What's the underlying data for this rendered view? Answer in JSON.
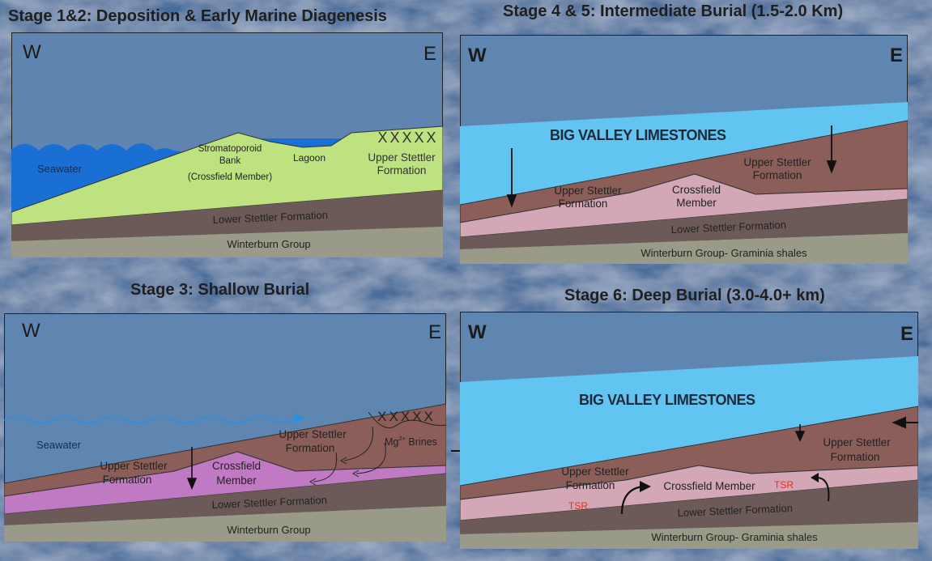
{
  "panels": {
    "stage12": {
      "title": "Stage 1&2: Deposition & Early Marine Diagenesis",
      "west": "W",
      "east": "E",
      "seawater": "Seawater",
      "bank_1": "Stromatoporoid",
      "bank_2": "Bank",
      "bank_3": "(Crossfield Member)",
      "lagoon": "Lagoon",
      "xs": "XXXXX",
      "upper_1": "Upper Stettler",
      "upper_2": "Formation",
      "lower": "Lower Stettler Formation",
      "winterburn": "Winterburn Group"
    },
    "stage45": {
      "title": "Stage 4 & 5: Intermediate Burial (1.5-2.0 Km)",
      "west": "W",
      "east": "E",
      "limestones": "BIG VALLEY LIMESTONES",
      "upper_r1": "Upper Stettler",
      "upper_r2": "Formation",
      "upper_l1": "Upper Stettler",
      "upper_l2": "Formation",
      "cross_1": "Crossfield",
      "cross_2": "Member",
      "lower": "Lower Stettler Formation",
      "winterburn": "Winterburn Group- Graminia shales"
    },
    "stage3": {
      "title": "Stage 3: Shallow Burial",
      "west": "W",
      "east": "E",
      "seawater": "Seawater",
      "xs": "XXXXX",
      "brines_pre": "Mg",
      "brines_sup": "2+",
      "brines_post": " Brines",
      "upper_r1": "Upper Stettler",
      "upper_r2": "Formation",
      "upper_l1": "Upper Stettler",
      "upper_l2": "Formation",
      "cross_1": "Crossfield",
      "cross_2": "Member",
      "lower": "Lower Stettler Formation",
      "winterburn": "Winterburn Group"
    },
    "stage6": {
      "title": "Stage 6: Deep Burial (3.0-4.0+  km)",
      "west": "W",
      "east": "E",
      "limestones": "BIG VALLEY LIMESTONES",
      "upper_r1": "Upper Stettler",
      "upper_r2": "Formation",
      "upper_l1": "Upper Stettler",
      "upper_l2": "Formation",
      "cross": "Crossfield Member",
      "tsr_1": "TSR",
      "tsr_2": "TSR",
      "lower": "Lower Stettler Formation",
      "winterburn": "Winterburn Group- Graminia shales"
    }
  },
  "colors": {
    "background": "#4a6d9a",
    "seawater": "#1a6fd4",
    "limestone": "#62c4f0",
    "green_platform": "#bde27f",
    "upper_stettler": "#8c5e5a",
    "pink": "#d3a7b6",
    "magenta": "#c07ac4",
    "lower_stettler": "#6b5a57",
    "winterburn": "#9a9a88",
    "tsr": "#e0301e"
  }
}
